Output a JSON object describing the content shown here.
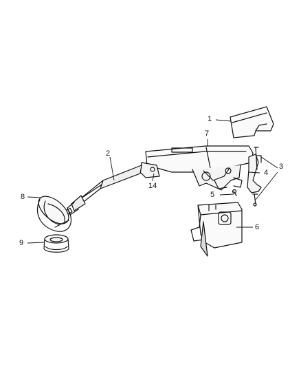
{
  "callouts": {
    "c1": "1",
    "c2": "2",
    "c3": "3",
    "c4": "4",
    "c5": "5",
    "c6": "6",
    "c7": "7",
    "c8": "8",
    "c9": "9",
    "c14": "14"
  },
  "colors": {
    "line": "#111111",
    "background": "#ffffff",
    "shade": "#cfcfcf"
  }
}
